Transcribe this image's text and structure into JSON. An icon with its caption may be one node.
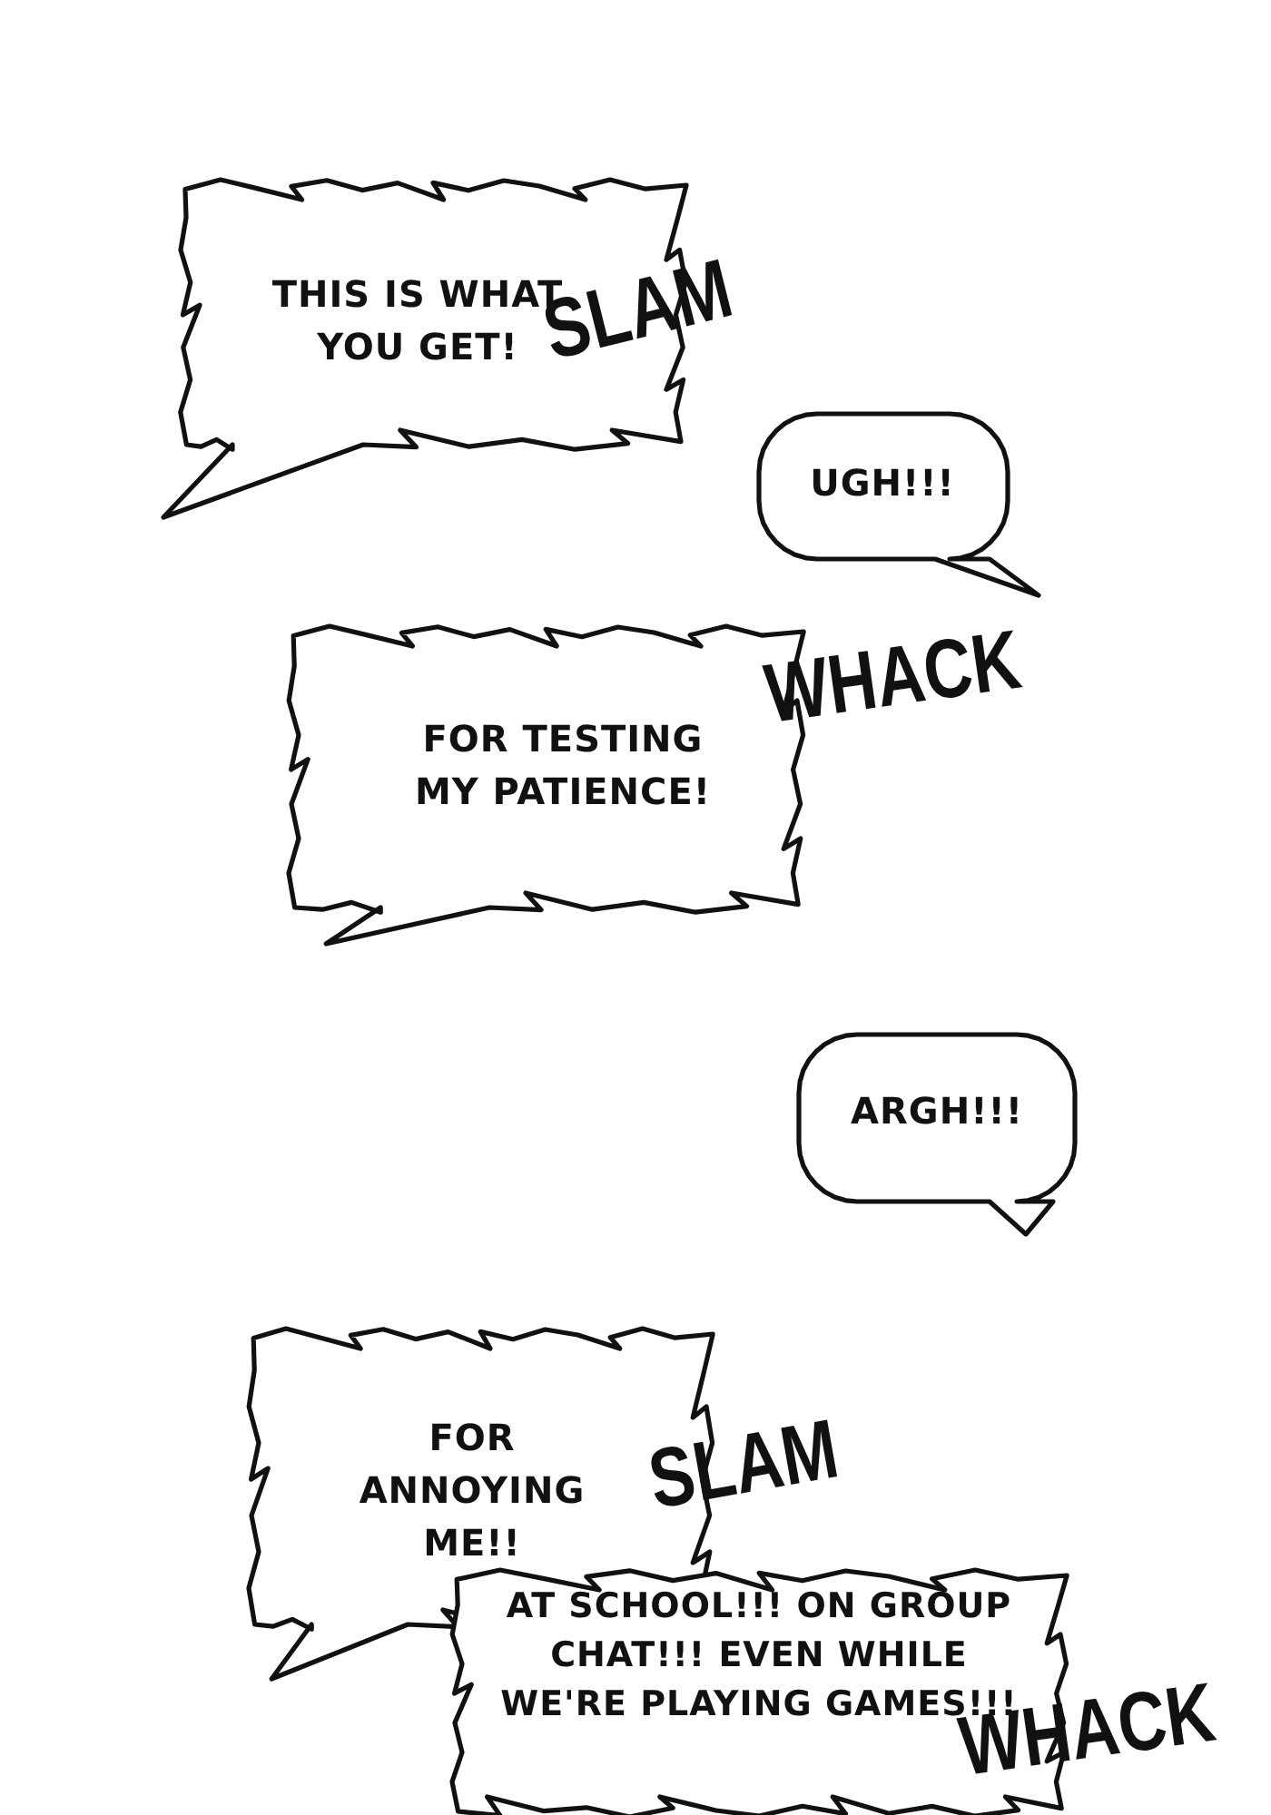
{
  "diagram": {
    "nodes": [
      {
        "text": [
          "THIS IS WHAT YOU GET!"
        ]
      },
      {
        "text": [
          "UGH!!!"
        ]
      },
      {
        "text": [
          "FOR TESTING MY PATIENCE!"
        ]
      },
      {
        "text": [
          "ARGH!!!"
        ]
      },
      {
        "text": [
          "FOR ANNOYING ME!!"
        ]
      },
      {
        "text": [
          "AT SCHOOL!!! ON GROUP CHAT!!! EVEN WHILE WE'RE PLAYING GAMES!!!"
        ]
      }
    ],
    "labels": [
      "SLAM",
      "WHACK",
      "SLAM",
      "WHACK"
    ]
  }
}
